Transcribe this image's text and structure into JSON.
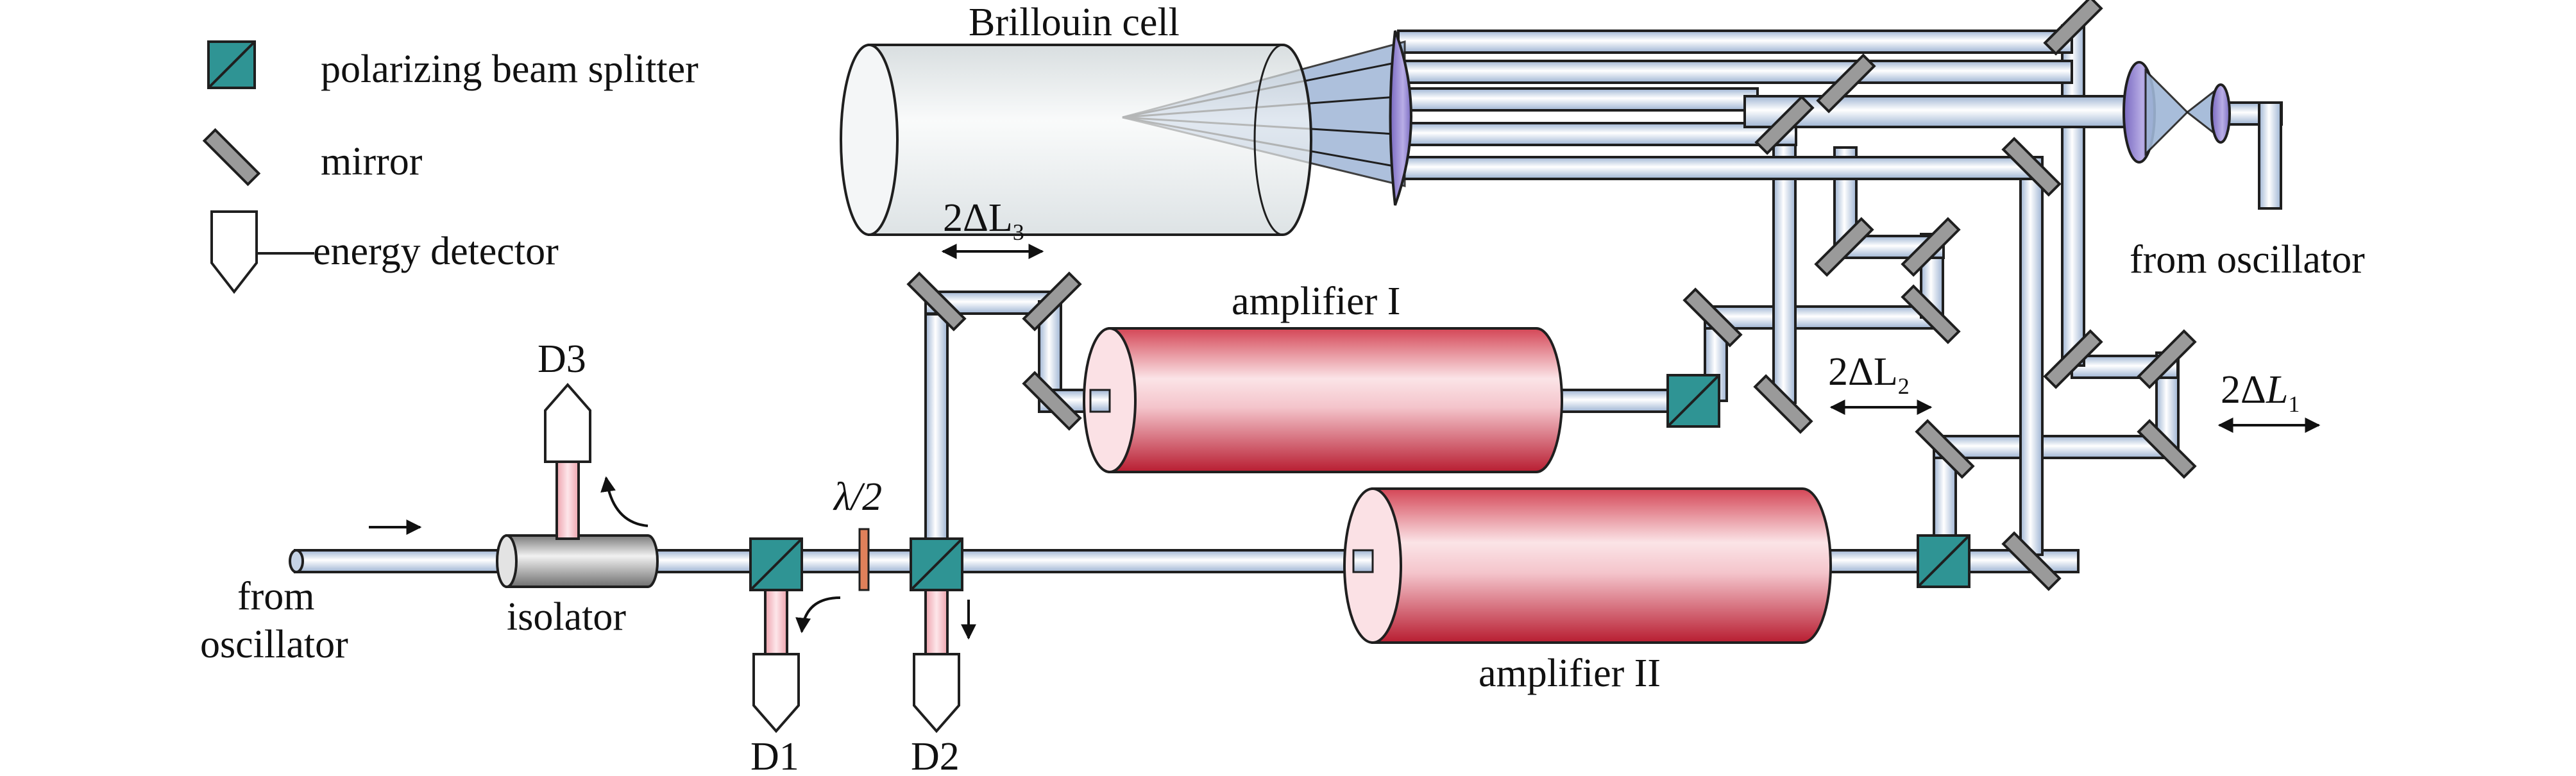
{
  "legend": {
    "items": [
      {
        "icon": "polarizing-beam-splitter-icon",
        "label": "polarizing beam splitter"
      },
      {
        "icon": "mirror-icon",
        "label": "mirror"
      },
      {
        "icon": "energy-detector-icon",
        "label": "energy detector"
      }
    ]
  },
  "labels": {
    "brillouin_cell": "Brillouin cell",
    "amplifier_1": "amplifier I",
    "amplifier_2": "amplifier II",
    "isolator": "isolator",
    "from_oscillator_left": [
      "from",
      "oscillator"
    ],
    "from_oscillator_right": "from oscillator",
    "half_wave_plate": "λ/2",
    "detectors": {
      "d1": "D1",
      "d2": "D2",
      "d3": "D3"
    },
    "delay_1": {
      "main": "2Δ",
      "var": "L",
      "sub": "1"
    },
    "delay_2": {
      "main": "2ΔL",
      "sub": "2"
    },
    "delay_3": {
      "main": "2ΔL",
      "sub": "3"
    }
  },
  "colors": {
    "beam": "#aec3de",
    "beam_highlight": "#ffffff",
    "beam_outline": "#1f1f1f",
    "splitter": "#2f9494",
    "mirror": "#9a9a9a",
    "amplifier": "#c6283a",
    "brillouin_cell": "#dce2e4",
    "lens": "#8f7fcf",
    "waveplate": "#e0805a",
    "detector_beam": "#f2b8c0",
    "isolator": "#8c8c8c"
  }
}
